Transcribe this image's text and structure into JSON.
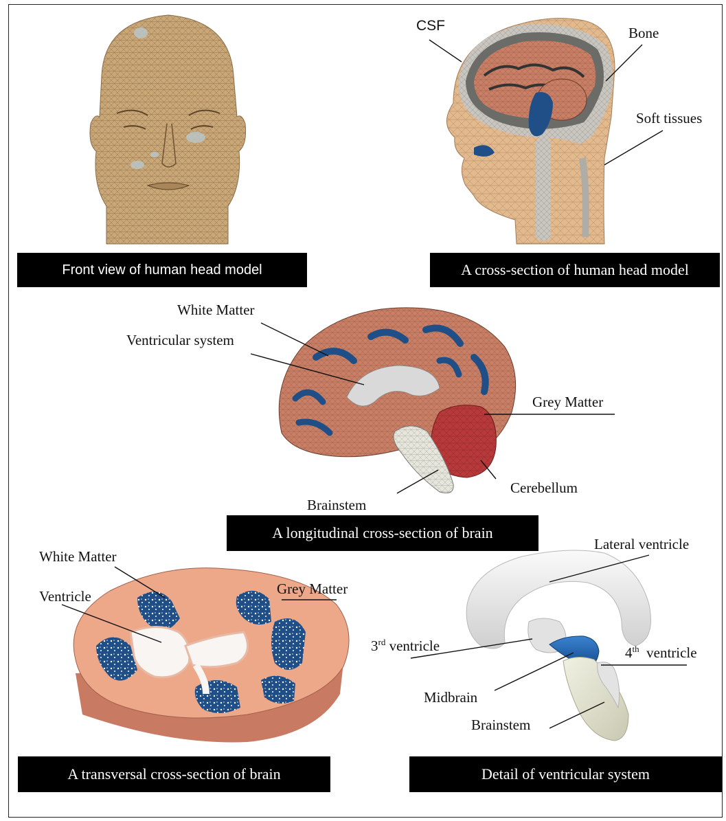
{
  "captions": {
    "front_view": "Front view of human head model",
    "cross_section_head": "A cross-section of human head model",
    "longitudinal": "A longitudinal cross-section of brain",
    "transversal": "A transversal cross-section of brain",
    "ventricular_detail": "Detail of ventricular system"
  },
  "labels": {
    "csf": "CSF",
    "bone": "Bone",
    "soft_tissues": "Soft tissues",
    "white_matter_long": "White Matter",
    "ventricular_system": "Ventricular system",
    "grey_matter_long": "Grey Matter",
    "cerebellum": "Cerebellum",
    "brainstem_long": "Brainstem",
    "white_matter_trans": "White Matter",
    "ventricle": "Ventricle",
    "grey_matter_trans": "Grey Matter",
    "lateral_ventricle": "Lateral ventricle",
    "third_ventricle_num": "3",
    "third_ventricle_sup": "rd",
    "third_ventricle_text": " ventricle",
    "fourth_ventricle_num": "4",
    "fourth_ventricle_sup": "th",
    "fourth_ventricle_text": "  ventricle",
    "midbrain": "Midbrain",
    "brainstem_detail": "Brainstem"
  },
  "colors": {
    "skin_mesh": "#c9a777",
    "soft_tissue": "#e3b98e",
    "grey_matter": "#c98066",
    "white_matter": "#1f4f86",
    "cerebellum": "#b8393a",
    "bone": "#c9c6c0",
    "csf": "#6b6b68",
    "brainstem": "#e6e6dc",
    "ventricle": "#ececec",
    "midbrain": "#1a5fae"
  }
}
